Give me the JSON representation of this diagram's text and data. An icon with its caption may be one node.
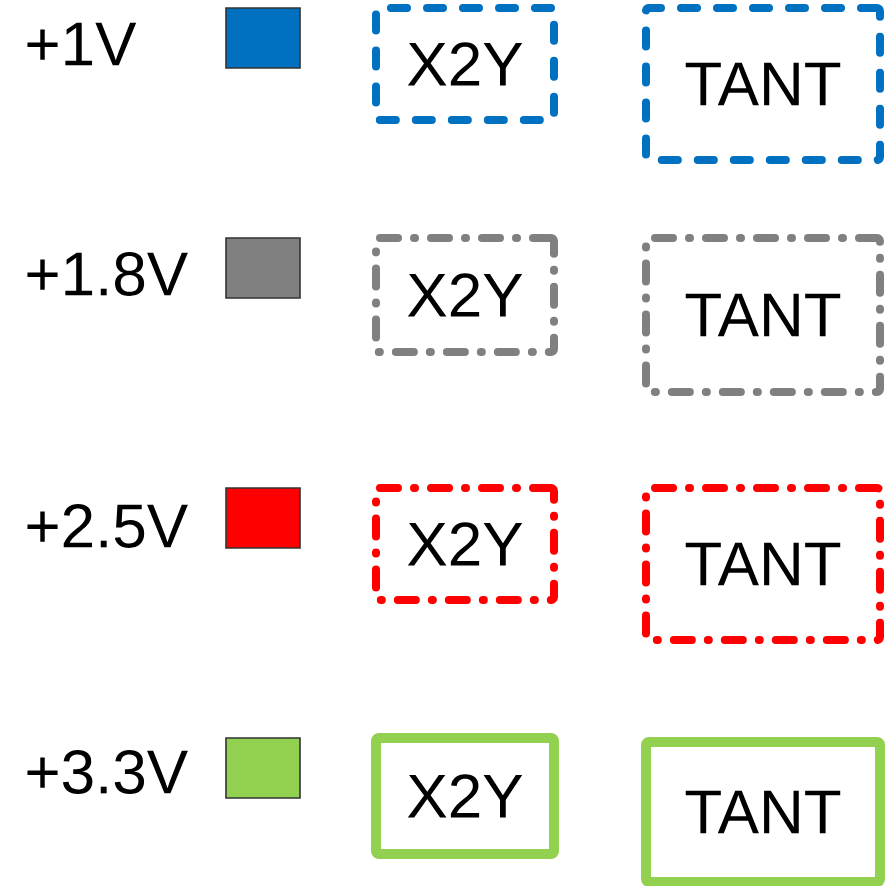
{
  "diagram": {
    "nodes": [
      {
        "text": [
          "X2Y"
        ]
      },
      {
        "text": [
          "TANT"
        ]
      },
      {
        "text": [
          "X2Y"
        ]
      },
      {
        "text": [
          "TANT"
        ]
      },
      {
        "text": [
          "X2Y"
        ]
      },
      {
        "text": [
          "TANT"
        ]
      },
      {
        "text": [
          "X2Y"
        ]
      },
      {
        "text": [
          "TANT"
        ]
      }
    ],
    "legend": [
      {
        "text": "+1V",
        "color": "#0070c0"
      },
      {
        "text": "+1.8V",
        "color": "#808080"
      },
      {
        "text": "+2.5V",
        "color": "#ff0000"
      },
      {
        "text": "+3.3V",
        "color": "#92d050"
      }
    ]
  }
}
